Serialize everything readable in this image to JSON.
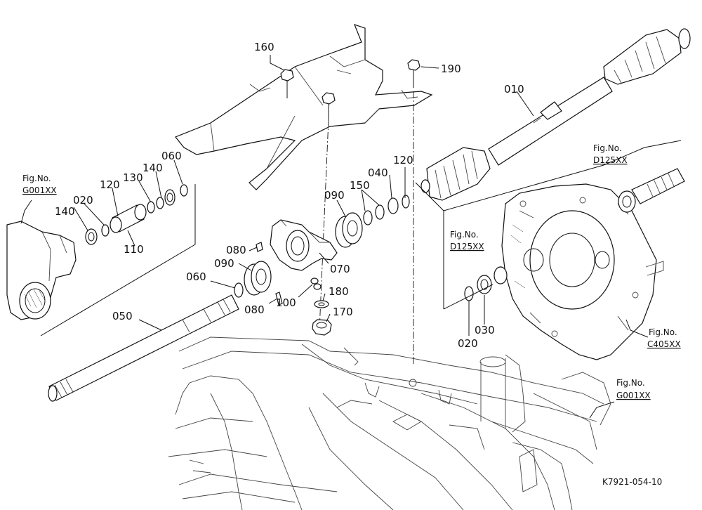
{
  "parts": {
    "p010": "010",
    "p020a": "020",
    "p020b": "020",
    "p030": "030",
    "p040": "040",
    "p050": "050",
    "p060a": "060",
    "p060b": "060",
    "p070": "070",
    "p080a": "080",
    "p080b": "080",
    "p090a": "090",
    "p090b": "090",
    "p100": "100",
    "p110": "110",
    "p120a": "120",
    "p120b": "120",
    "p130": "130",
    "p140a": "140",
    "p140b": "140",
    "p150": "150",
    "p160": "160",
    "p170": "170",
    "p180": "180",
    "p190": "190"
  },
  "refs": {
    "fig_label": "Fig.No.",
    "g001_left": "G001XX",
    "d125_top": "D125XX",
    "d125_mid": "D125XX",
    "c405": "C405XX",
    "g001_right": "G001XX"
  },
  "drawing_id": "K7921-054-10"
}
